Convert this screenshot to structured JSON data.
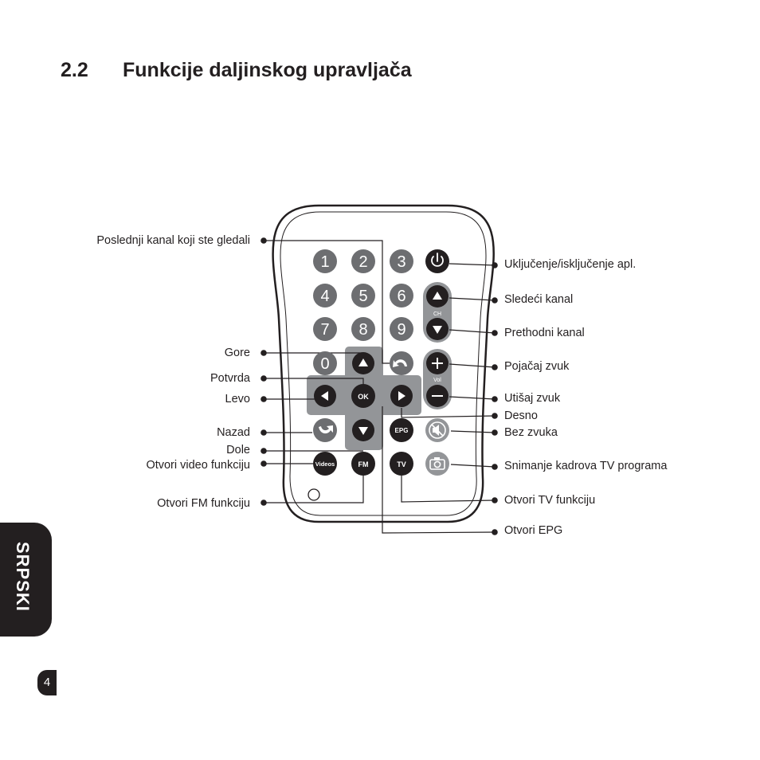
{
  "section": {
    "number": "2.2",
    "title": "Funkcije daljinskog upravljača"
  },
  "language_tab": "SRPSKI",
  "page_number": "4",
  "remote": {
    "digits": [
      "1",
      "2",
      "3",
      "4",
      "5",
      "6",
      "7",
      "8",
      "9",
      "0"
    ],
    "ok_label": "OK",
    "ch_label": "CH",
    "vol_label": "Vol",
    "epg_label": "EPG",
    "videos_label": "Videos",
    "fm_label": "FM",
    "tv_label": "TV"
  },
  "callouts": {
    "last_channel": "Poslednji kanal koji ste gledali",
    "up": "Gore",
    "confirm": "Potvrda",
    "left": "Levo",
    "back": "Nazad",
    "down": "Dole",
    "open_video": "Otvori video funkciju",
    "open_fm": "Otvori FM funkciju",
    "power": "Uključenje/isključenje apl.",
    "next_channel": "Sledeći kanal",
    "prev_channel": "Prethodni kanal",
    "volume_up": "Pojačaj zvuk",
    "volume_down": "Utišaj zvuk",
    "right": "Desno",
    "mute": "Bez zvuka",
    "snapshot": "Snimanje kadrova TV programa",
    "open_tv": "Otvori TV funkciju",
    "open_epg": "Otvori EPG"
  }
}
